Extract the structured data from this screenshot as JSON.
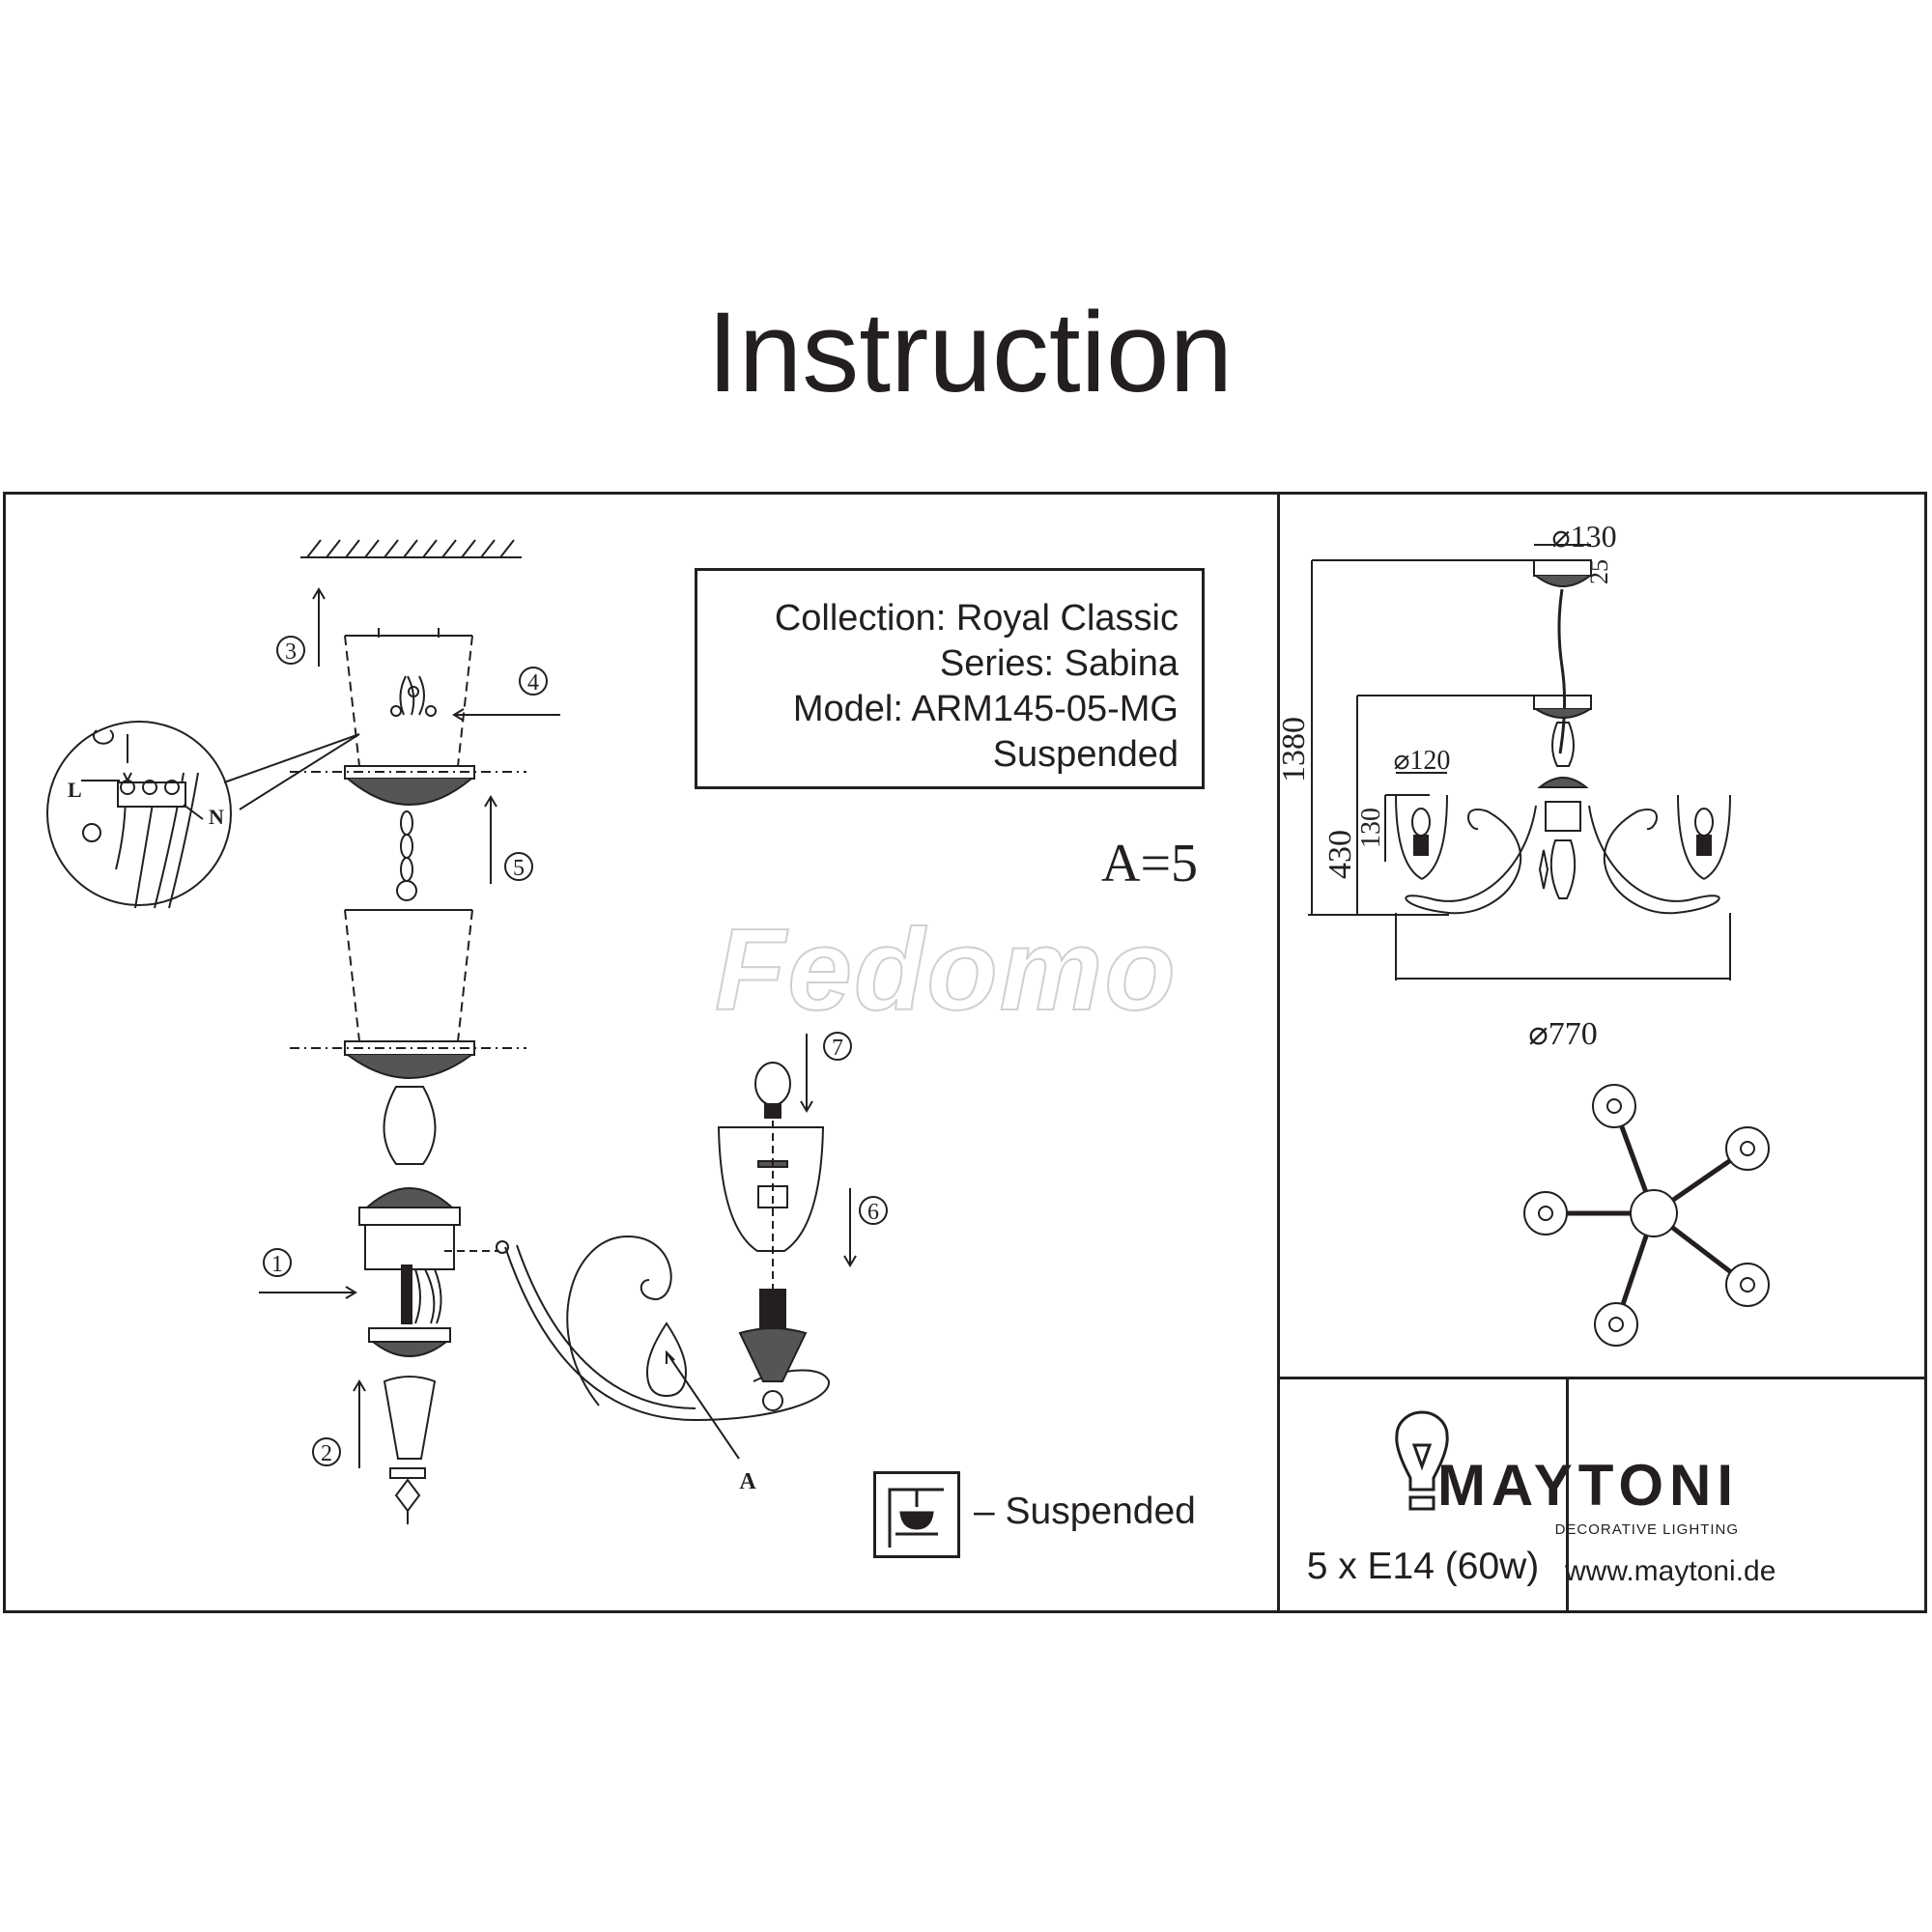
{
  "title": "Instruction",
  "info": {
    "collection": "Collection: Royal Classic",
    "series": "Series: Sabina",
    "model": "Model: ARM145-05-MG",
    "mount": "Suspended"
  },
  "quantity_note": "A=5",
  "steps": [
    "1",
    "2",
    "3",
    "4",
    "5",
    "6",
    "7"
  ],
  "part_label_a": "A",
  "wire_labels": {
    "live": "L",
    "neutral": "N"
  },
  "suspended_legend": "– Suspended",
  "dimensions": {
    "canopy_diameter": "⌀130",
    "canopy_height": "25",
    "total_height": "1380",
    "body_height": "430",
    "shade_diameter": "⌀120",
    "shade_height": "130",
    "overall_diameter": "⌀770"
  },
  "lamp_spec": "5 x E14 (60w)",
  "brand": {
    "logo": "MAYTONI",
    "tagline": "DECORATIVE LIGHTING",
    "url": "www.maytoni.de"
  },
  "watermark": "Fedomo",
  "colors": {
    "ink": "#231f20",
    "background": "#ffffff"
  }
}
